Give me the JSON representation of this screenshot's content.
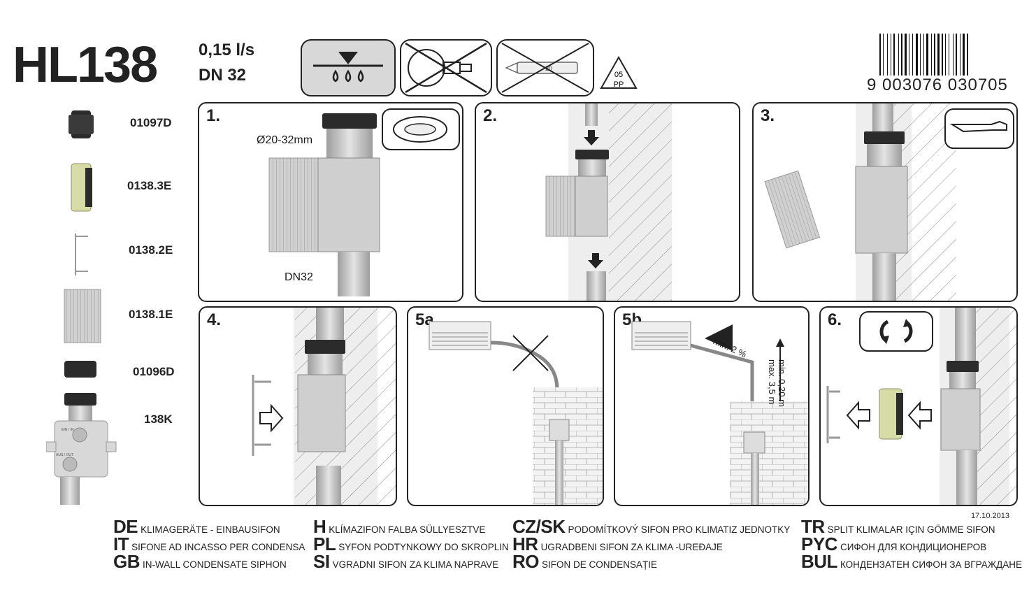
{
  "header": {
    "model": "HL138",
    "flow_rate": "0,15 l/s",
    "diameter": "DN 32",
    "barcode_number": "9 003076 030705",
    "recycle_code": "05",
    "recycle_material": "PP",
    "knife_size": "20"
  },
  "parts": [
    {
      "code": "01097D"
    },
    {
      "code": "0138.3E"
    },
    {
      "code": "0138.2E"
    },
    {
      "code": "0138.1E"
    },
    {
      "code": "01096D"
    },
    {
      "code": "138K"
    }
  ],
  "part_labels": {
    "in": "EIN / IN",
    "out": "AUS / OUT"
  },
  "steps": {
    "s1": {
      "label": "1.",
      "dim_range": "Ø20-32mm",
      "dn": "DN32"
    },
    "s2": {
      "label": "2."
    },
    "s3": {
      "label": "3."
    },
    "s4": {
      "label": "4."
    },
    "s5a": {
      "label": "5a."
    },
    "s5b": {
      "label": "5b.",
      "slope": "min. 2 %",
      "height_min": "min. 0,20 m",
      "height_max": "max. 3,5 m"
    },
    "s6": {
      "label": "6."
    }
  },
  "date": "17.10.2013",
  "languages": [
    {
      "code": "DE",
      "text": "Klimageräte - Einbausifon"
    },
    {
      "code": "IT",
      "text": "Sifone ad incasso per condensa"
    },
    {
      "code": "GB",
      "text": "In-wall condensate siphon"
    },
    {
      "code": "H",
      "text": "Klímazifon falba süllyesztve"
    },
    {
      "code": "PL",
      "text": "Syfon podtynkowy do skroplin"
    },
    {
      "code": "SI",
      "text": "Vgradni sifon za klima naprave"
    },
    {
      "code": "CZ/SK",
      "text": "Podomítkový sifon pro klimatiz jednotky"
    },
    {
      "code": "HR",
      "text": "Ugradbeni sifon za klima -uređaje"
    },
    {
      "code": "RO",
      "text": "Sifon de condensație"
    },
    {
      "code": "TR",
      "text": "Split klimalar için gömme sifon"
    },
    {
      "code": "PYC",
      "text": "Сифон для кондиционеров"
    },
    {
      "code": "BUL",
      "text": "Кондензатен сифон за вграждане"
    }
  ],
  "colors": {
    "ink": "#222222",
    "part_grey": "#c8c8c8",
    "part_dark": "#2b2b2b",
    "part_olive": "#d7dba6",
    "hatch": "#8a8a8a"
  }
}
